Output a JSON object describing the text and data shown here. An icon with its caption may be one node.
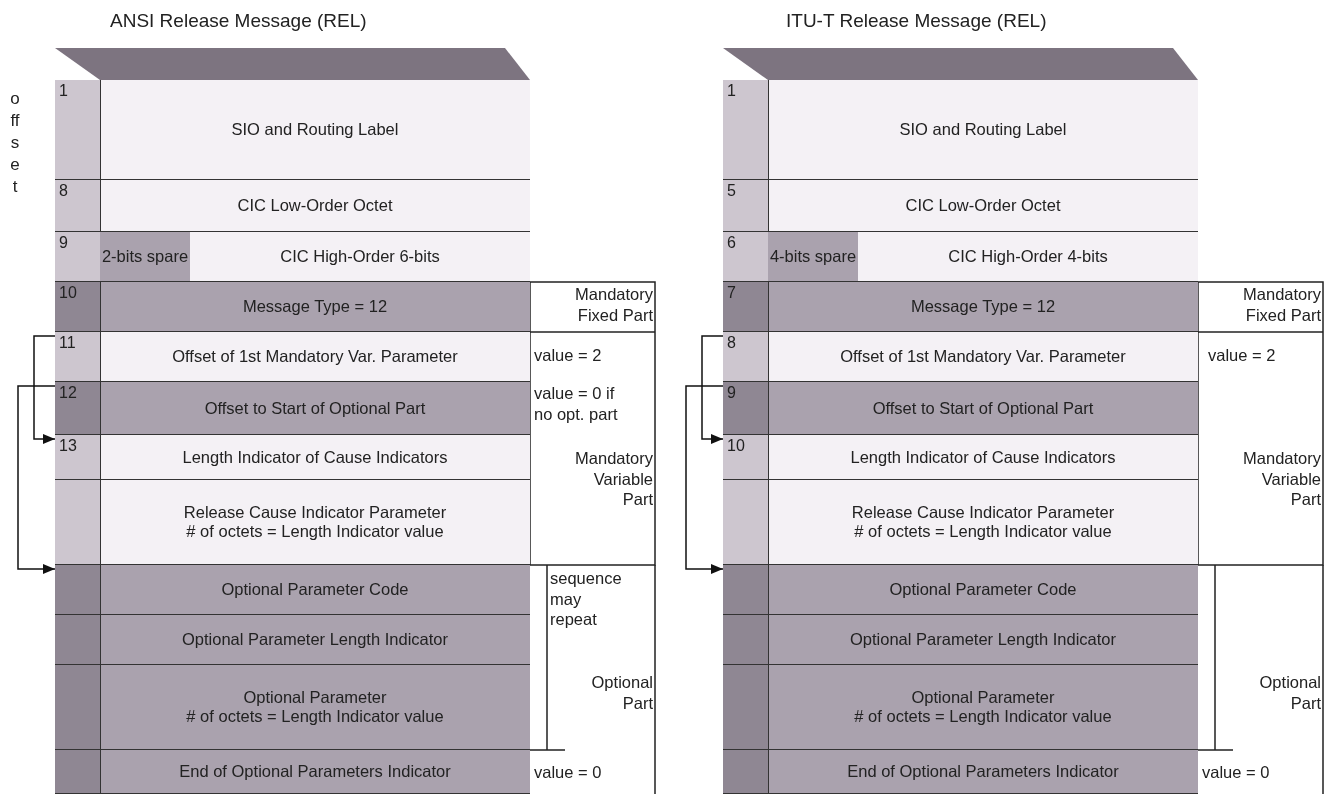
{
  "diagram": {
    "nodes": [
      {
        "text": [
          "ANSI Release Message (REL)"
        ]
      },
      {
        "text": [
          "1",
          "SIO and Routing Label"
        ],
        "in": 0
      },
      {
        "text": [
          "8",
          "CIC Low-Order Octet"
        ],
        "in": 0
      },
      {
        "text": [
          "9",
          "2-bits spare",
          "CIC High-Order 6-bits"
        ],
        "in": 0
      },
      {
        "text": [
          "10",
          "Message Type = 12"
        ],
        "in": 0
      },
      {
        "text": [
          "11",
          "Offset of 1st Mandatory Var. Parameter"
        ],
        "in": 0
      },
      {
        "text": [
          "12",
          "Offset to Start of Optional Part"
        ],
        "in": 0
      },
      {
        "text": [
          "13",
          "Length Indicator of Cause Indicators"
        ],
        "in": 0
      },
      {
        "text": [
          "Release Cause Indicator Parameter",
          "# of octets = Length Indicator value"
        ],
        "in": 0
      },
      {
        "text": [
          "Optional Parameter Code"
        ],
        "in": 0
      },
      {
        "text": [
          "Optional Parameter Length Indicator"
        ],
        "in": 0
      },
      {
        "text": [
          "Optional Parameter",
          "# of octets = Length Indicator value"
        ],
        "in": 0
      },
      {
        "text": [
          "End of Optional Parameters Indicator"
        ],
        "in": 0
      },
      {
        "text": [
          "ITU-T Release Message (REL)"
        ]
      },
      {
        "text": [
          "1",
          "SIO and Routing Label"
        ],
        "in": 13
      },
      {
        "text": [
          "5",
          "CIC Low-Order Octet"
        ],
        "in": 13
      },
      {
        "text": [
          "6",
          "4-bits spare",
          "CIC High-Order 4-bits"
        ],
        "in": 13
      },
      {
        "text": [
          "7",
          "Message Type = 12"
        ],
        "in": 13
      },
      {
        "text": [
          "8",
          "Offset of 1st Mandatory Var. Parameter"
        ],
        "in": 13
      },
      {
        "text": [
          "9",
          "Offset to Start of Optional Part"
        ],
        "in": 13
      },
      {
        "text": [
          "10",
          "Length Indicator of Cause Indicators"
        ],
        "in": 13
      },
      {
        "text": [
          "Release Cause Indicator Parameter",
          "# of octets = Length Indicator value"
        ],
        "in": 13
      },
      {
        "text": [
          "Optional Parameter Code"
        ],
        "in": 13
      },
      {
        "text": [
          "Optional Parameter Length Indicator"
        ],
        "in": 13
      },
      {
        "text": [
          "Optional Parameter",
          "# of octets = Length Indicator value"
        ],
        "in": 13
      },
      {
        "text": [
          "End of Optional Parameters Indicator"
        ],
        "in": 13
      }
    ],
    "edges": [
      {
        "from": 5,
        "to": 7,
        "arrow": "to"
      },
      {
        "from": 6,
        "to": 9,
        "arrow": "to"
      },
      {
        "from": 18,
        "to": 20,
        "arrow": "to"
      },
      {
        "from": 19,
        "to": 22,
        "arrow": "to"
      }
    ],
    "labels": [
      "offset",
      "Mandatory Fixed Part",
      "value = 2",
      "value = 0 if no opt. part",
      "Mandatory Variable Part",
      "sequence may repeat",
      "Optional Part",
      "value = 0",
      "Mandatory Fixed Part",
      "value = 2",
      "Mandatory Variable Part",
      "Optional Part",
      "value = 0"
    ]
  }
}
